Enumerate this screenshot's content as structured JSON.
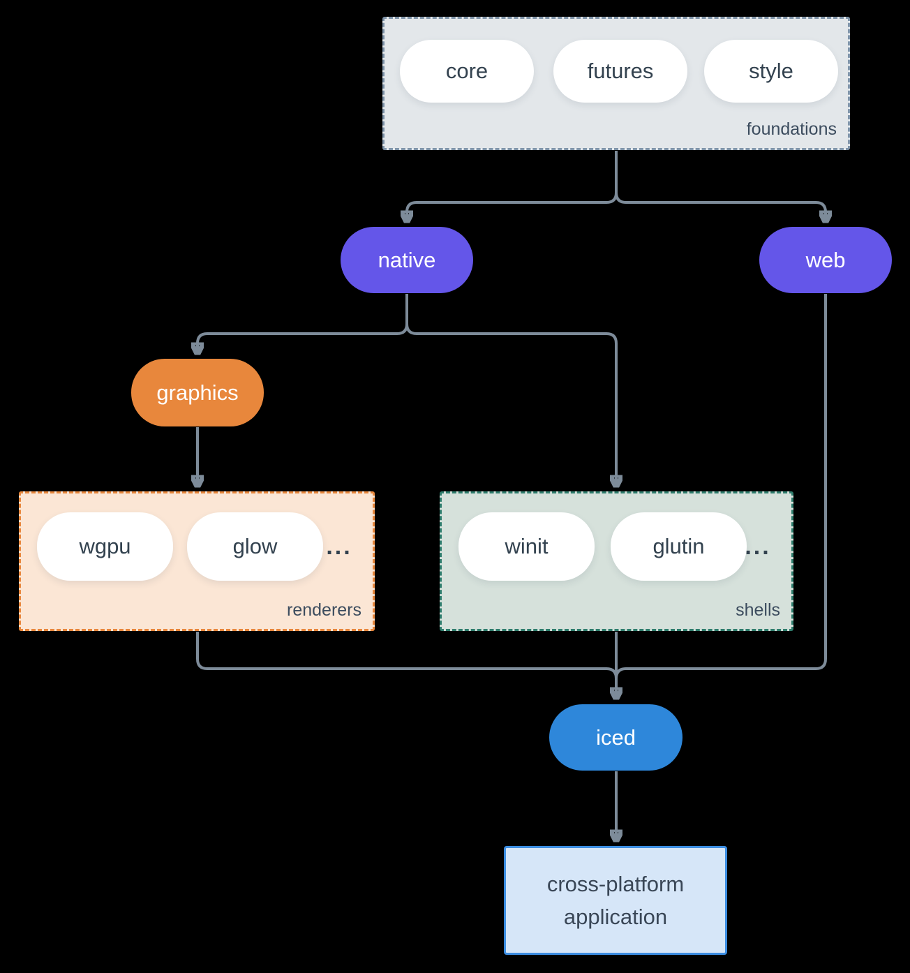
{
  "groups": {
    "foundations": {
      "label": "foundations",
      "items": [
        "core",
        "futures",
        "style"
      ],
      "fill": "#e3e7ea",
      "border": "#7e93a8"
    },
    "renderers": {
      "label": "renderers",
      "items": [
        "wgpu",
        "glow"
      ],
      "more": "...",
      "fill": "#fbe6d5",
      "border": "#e8873c"
    },
    "shells": {
      "label": "shells",
      "items": [
        "winit",
        "glutin"
      ],
      "more": "...",
      "fill": "#d6e1db",
      "border": "#2f7d6d"
    }
  },
  "nodes": {
    "native": {
      "label": "native",
      "fill": "#6456e9"
    },
    "web": {
      "label": "web",
      "fill": "#6456e9"
    },
    "graphics": {
      "label": "graphics",
      "fill": "#e8873c"
    },
    "iced": {
      "label": "iced",
      "fill": "#2e87da"
    },
    "application": {
      "line1": "cross-platform",
      "line2": "application",
      "fill": "#d6e6f8",
      "border": "#3d8ee2"
    }
  },
  "edges": {
    "color": "#7d8b99",
    "list": [
      "foundations -> native",
      "foundations -> web",
      "native -> graphics",
      "native -> shells",
      "graphics -> renderers",
      "renderers -> iced",
      "web -> iced",
      "shells -> iced",
      "iced -> cross-platform application"
    ]
  }
}
